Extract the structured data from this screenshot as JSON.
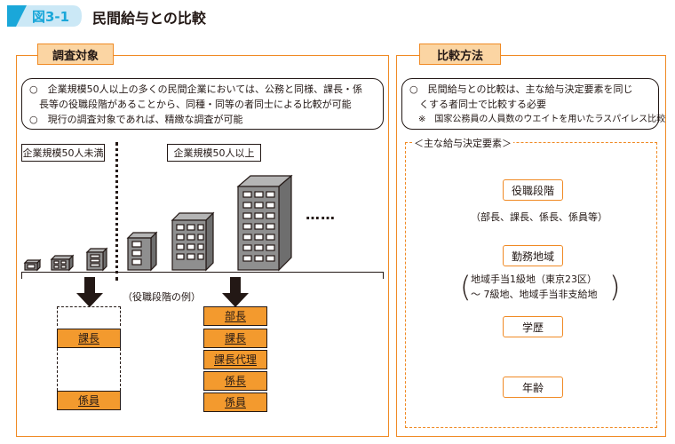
{
  "header": {
    "figure_label": "図3-1",
    "title": "民間給与との比較"
  },
  "survey": {
    "tag": "調査対象",
    "bullets": [
      "○　企業規模50人以上の多くの民間企業においては、公務と同様、課長・係",
      "　長等の役職段階があることから、同種・同等の者同士による比較が可能",
      "○　現行の調査対象であれば、精緻な調査が可能"
    ],
    "small_label": "企業規模50人未満",
    "large_label": "企業規模50人以上",
    "more_dots": "……",
    "example_label": "（役職段階の例）",
    "small_ranks": [
      "課長",
      "係員"
    ],
    "large_ranks": [
      "部長",
      "課長",
      "課長代理",
      "係長",
      "係員"
    ]
  },
  "method": {
    "tag": "比較方法",
    "lines": [
      "○　民間給与との比較は、主な給与決定要素を同じ",
      "　くする者同士で比較する必要",
      "　※　国家公務員の人員数のウエイトを用いたラスパイレス比較"
    ],
    "factors_title": "＜主な給与決定要素＞",
    "factors": {
      "rank": "役職段階",
      "rank_sub": "（部長、課長、係長、係員等）",
      "area": "勤務地域",
      "area_sub_1": "地域手当1級地（東京23区）",
      "area_sub_2": "～ 7級地、地域手当非支給地",
      "education": "学歴",
      "age": "年齢"
    }
  },
  "colors": {
    "accent_orange": "#f08a24",
    "rank_fill": "#f39a2e",
    "tag_fill": "#fbd5a3",
    "figure_blue": "#1aa7d9"
  }
}
